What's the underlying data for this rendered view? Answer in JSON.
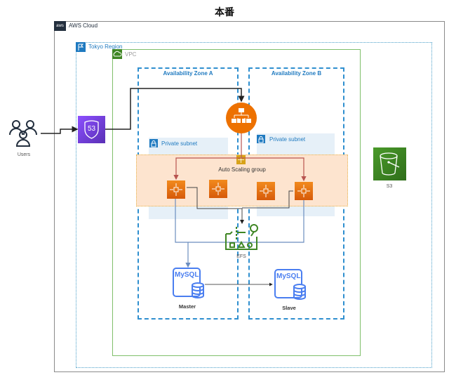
{
  "title": "本番",
  "groups": {
    "aws_cloud": {
      "label": "AWS Cloud",
      "badge": "aws"
    },
    "region": {
      "label": "Tokyo Region"
    },
    "vpc": {
      "label": "VPC"
    },
    "az_a": {
      "label": "Availability Zone A"
    },
    "az_b": {
      "label": "Availability Zone B"
    },
    "subnet_a": {
      "label": "Private subnet"
    },
    "subnet_b": {
      "label": "Private subnet"
    },
    "asg": {
      "label": "Auto Scaling group"
    }
  },
  "nodes": {
    "users": {
      "label": "Users"
    },
    "route53": {
      "label": "53",
      "color": "#7b3fe4"
    },
    "alb": {
      "label": "",
      "color": "#ed7100"
    },
    "ec2": [
      {
        "id": "ec2-1"
      },
      {
        "id": "ec2-2"
      },
      {
        "id": "ec2-3"
      },
      {
        "id": "ec2-4"
      }
    ],
    "efs": {
      "label": "EFS",
      "color": "#3f8624"
    },
    "mysql_master": {
      "label": "Master",
      "icon_text": "MySQL"
    },
    "mysql_slave": {
      "label": "Slave",
      "icon_text": "MySQL"
    },
    "s3": {
      "label": "S3",
      "color": "#3f8624"
    }
  },
  "edges": [
    {
      "from": "users",
      "to": "route53"
    },
    {
      "from": "route53",
      "to": "alb"
    },
    {
      "from": "alb",
      "to": "ec2-1"
    },
    {
      "from": "alb",
      "to": "ec2-4"
    },
    {
      "from": "ec2-1",
      "to": "efs"
    },
    {
      "from": "ec2-4",
      "to": "efs"
    },
    {
      "from": "ec2-1",
      "to": "mysql_master"
    },
    {
      "from": "ec2-4",
      "to": "mysql_master"
    },
    {
      "from": "mysql_master",
      "to": "mysql_slave"
    }
  ]
}
